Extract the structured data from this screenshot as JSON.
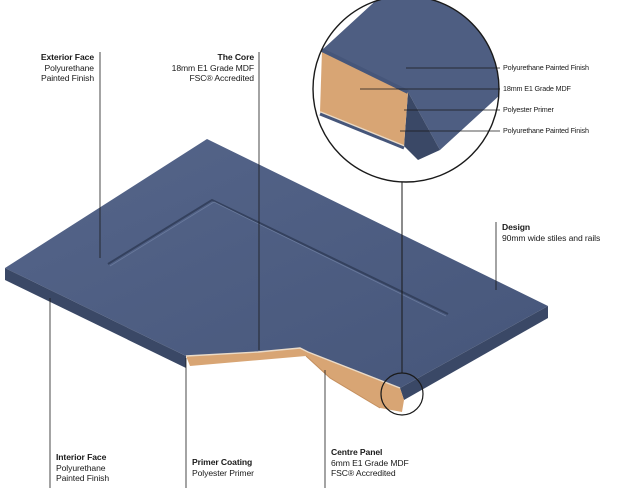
{
  "labels": {
    "exterior_face": {
      "title": "Exterior Face",
      "line1": "Polyurethane",
      "line2": "Painted Finish"
    },
    "the_core": {
      "title": "The Core",
      "line1": "18mm E1 Grade MDF",
      "line2": "FSC® Accredited"
    },
    "design": {
      "title": "Design",
      "line1": "90mm wide stiles and rails"
    },
    "interior_face": {
      "title": "Interior Face",
      "line1": "Polyurethane",
      "line2": "Painted Finish"
    },
    "primer_coating": {
      "title": "Primer Coating",
      "line1": "Polyester Primer"
    },
    "centre_panel": {
      "title": "Centre Panel",
      "line1": "6mm E1 Grade MDF",
      "line2": "FSC® Accredited"
    }
  },
  "detail_labels": [
    "Polyurethane Painted Finish",
    "18mm E1 Grade MDF",
    "Polyester Primer",
    "Polyurethane Painted Finish"
  ],
  "colors": {
    "paint_top": "#4a5a7c",
    "paint_edge": "#3a4866",
    "mdf": "#d8a574",
    "mdf_dark": "#c48f5e",
    "primer": "#eadbc8",
    "leader": "#1a1a1a"
  }
}
